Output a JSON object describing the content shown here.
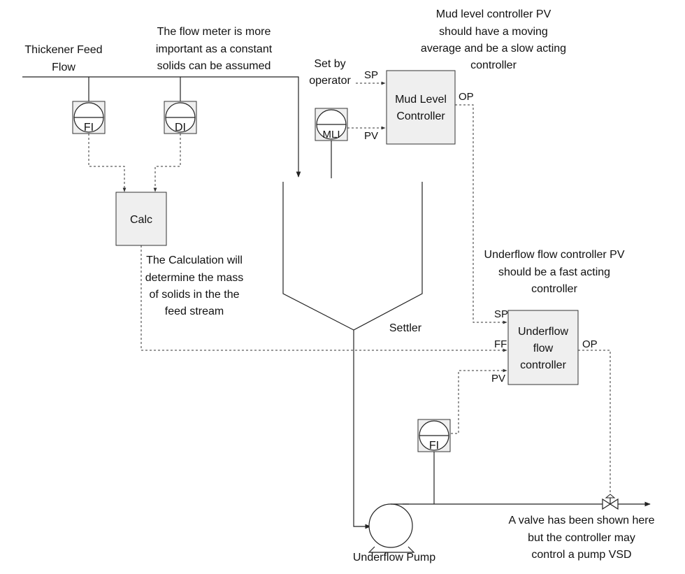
{
  "feed_label": [
    "Thickener Feed",
    "Flow"
  ],
  "flow_meter_note": [
    "The flow meter is more",
    "important as a constant",
    "solids can be assumed"
  ],
  "mud_level_note": [
    "Mud level controller PV",
    "should have a moving",
    "average and be a slow acting",
    "controller"
  ],
  "set_by_operator": [
    "Set by",
    "operator"
  ],
  "instruments": {
    "fi_feed": "FI",
    "di_feed": "DI",
    "mli": "MLI",
    "fi_underflow": "FI"
  },
  "calc_box": "Calc",
  "mud_controller": {
    "title": [
      "Mud Level",
      "Controller"
    ],
    "sp": "SP",
    "pv": "PV",
    "op": "OP"
  },
  "calc_note": [
    "The Calculation will",
    "determine the mass",
    "of solids in the the",
    "feed stream"
  ],
  "settler_label": "Settler",
  "underflow_note": [
    "Underflow flow controller PV",
    "should be a fast acting",
    "controller"
  ],
  "underflow_controller": {
    "title": [
      "Underflow",
      "flow",
      "controller"
    ],
    "sp": "SP",
    "ff": "FF",
    "pv": "PV",
    "op": "OP"
  },
  "valve_note": [
    "A valve has been shown here",
    "but the controller may",
    "control a pump VSD"
  ],
  "pump_label": "Underflow Pump"
}
